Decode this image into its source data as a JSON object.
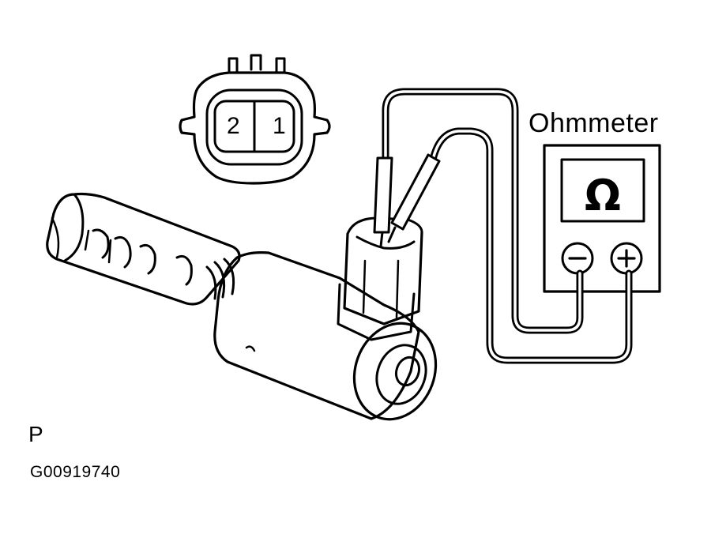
{
  "meter": {
    "label": "Ohmmeter",
    "symbol": "Ω",
    "minus_symbol": "−",
    "plus_symbol": "+"
  },
  "connector": {
    "pins": [
      "2",
      "1"
    ]
  },
  "view_letter": "P",
  "figure_code": "G00919740",
  "colors": {
    "line": "#000000",
    "background": "#ffffff"
  },
  "icons": [
    "ohm-icon",
    "minus-terminal-icon",
    "plus-terminal-icon"
  ]
}
